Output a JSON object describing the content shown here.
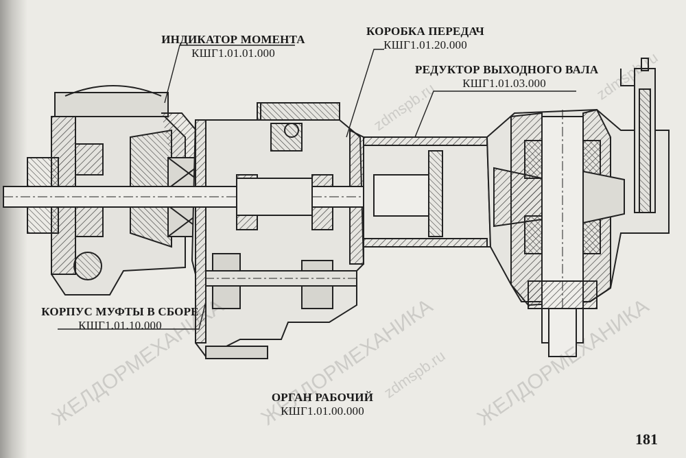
{
  "labels": {
    "torque_indicator": {
      "title": "ИНДИКАТОР МОМЕНТА",
      "code": "КШГ1.01.01.000"
    },
    "gearbox": {
      "title": "КОРОБКА ПЕРЕДАЧ",
      "code": "КШГ1.01.20.000"
    },
    "output_reducer": {
      "title": "РЕДУКТОР ВЫХОДНОГО ВАЛА",
      "code": "КШГ1.01.03.000"
    },
    "clutch_housing": {
      "title": "КОРПУС МУФТЫ В СБОРЕ",
      "code": "КШГ1.01.10.000"
    },
    "working_body": {
      "title": "ОРГАН РАБОЧИЙ",
      "code": "КШГ1.01.00.000"
    }
  },
  "page_number": "181",
  "watermarks": {
    "brand": "ЖЕЛДОРМЕХАНИКА",
    "site": "zdmspb.ru"
  }
}
